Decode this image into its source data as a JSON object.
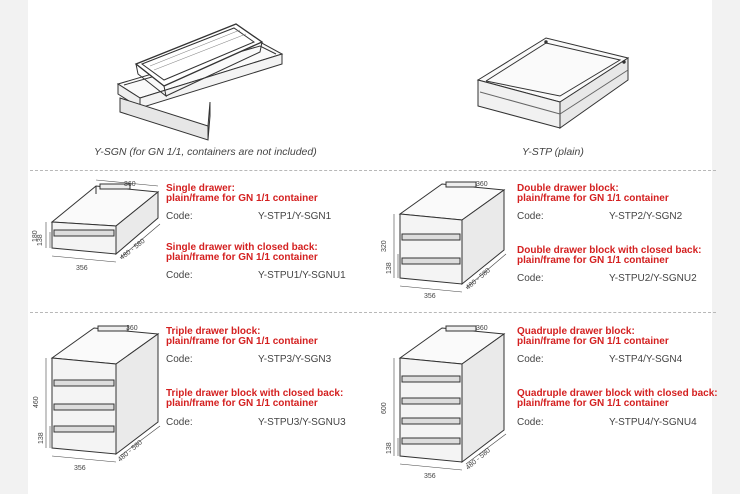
{
  "top": {
    "left_caption": "Y-SGN (for GN 1/1, containers are not included)",
    "right_caption": "Y-STP (plain)"
  },
  "code_label": "Code:",
  "products": [
    {
      "dims": {
        "depth": "360",
        "height": "180",
        "drawer": "138",
        "width": "356",
        "side": "480 - 580"
      },
      "items": [
        {
          "title_l1": "Single drawer:",
          "title_l2": "plain/frame for GN 1/1 container",
          "code": "Y-STP1/Y-SGN1"
        },
        {
          "title_l1": "Single drawer with closed back:",
          "title_l2": "plain/frame for GN 1/1 container",
          "code": "Y-STPU1/Y-SGNU1"
        }
      ]
    },
    {
      "dims": {
        "depth": "360",
        "height": "320",
        "drawer": "138",
        "width": "356",
        "side": "480 - 580"
      },
      "items": [
        {
          "title_l1": "Double drawer block:",
          "title_l2": "plain/frame for GN 1/1 container",
          "code": "Y-STP2/Y-SGN2"
        },
        {
          "title_l1": "Double drawer block with closed back:",
          "title_l2": "plain/frame for GN 1/1 container",
          "code": "Y-STPU2/Y-SGNU2"
        }
      ]
    },
    {
      "dims": {
        "depth": "360",
        "height": "460",
        "drawer": "138",
        "width": "356",
        "side": "480 - 580"
      },
      "items": [
        {
          "title_l1": "Triple drawer block:",
          "title_l2": "plain/frame for GN 1/1 container",
          "code": "Y-STP3/Y-SGN3"
        },
        {
          "title_l1": "Triple drawer block with closed back:",
          "title_l2": "plain/frame for GN 1/1 container",
          "code": "Y-STPU3/Y-SGNU3"
        }
      ]
    },
    {
      "dims": {
        "depth": "360",
        "height": "600",
        "drawer": "138",
        "width": "356",
        "side": "480 - 580"
      },
      "items": [
        {
          "title_l1": "Quadruple drawer block:",
          "title_l2": "plain/frame for GN 1/1 container",
          "code": "Y-STP4/Y-SGN4"
        },
        {
          "title_l1": "Quadruple drawer block with closed back:",
          "title_l2": "plain/frame for GN 1/1 container",
          "code": "Y-STPU4/Y-SGNU4"
        }
      ]
    }
  ]
}
